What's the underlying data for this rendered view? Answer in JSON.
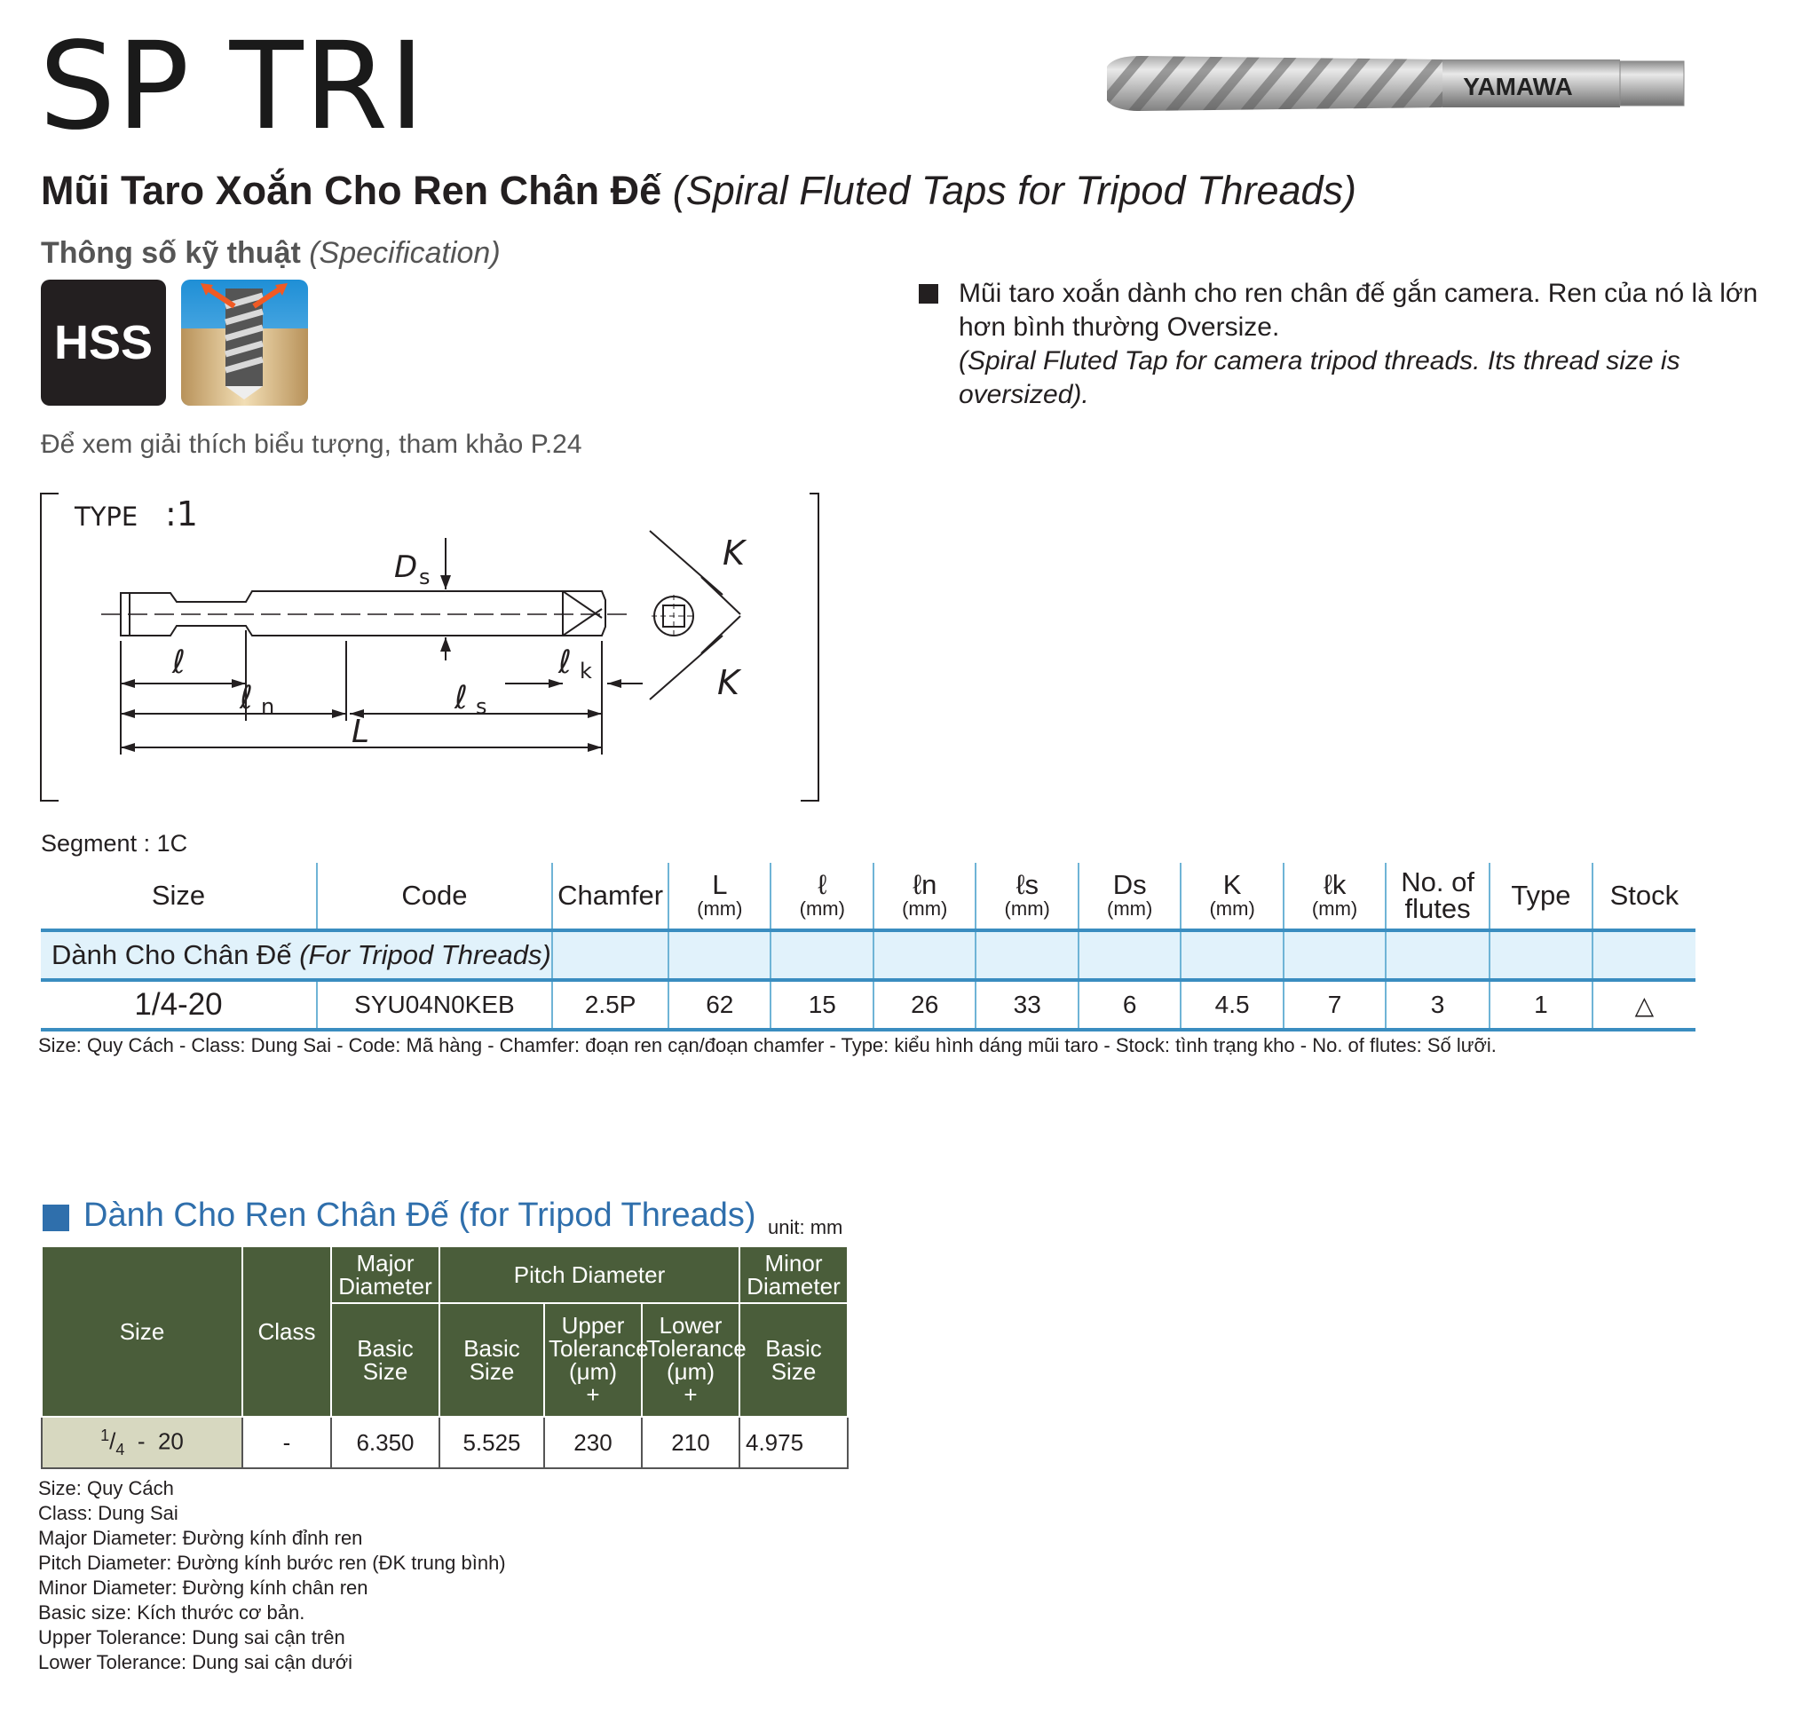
{
  "header": {
    "title": "SP TRI",
    "subtitle_vi": "Mũi Taro Xoắn Cho Ren Chân Đế",
    "subtitle_en": "(Spiral Fluted Taps for Tripod Threads)",
    "spec_vi": "Thông số kỹ thuật",
    "spec_en": "(Specification)",
    "brand": "YAMAWA"
  },
  "icons": {
    "material": "HSS",
    "note": "Để xem giải thích biểu tượng, tham khảo P.24"
  },
  "description": {
    "vi": "Mũi taro xoắn dành cho ren chân đế gắn camera. Ren của nó là lớn hơn bình thường Oversize.",
    "en": "(Spiral Fluted Tap for camera tripod threads. Its thread size is oversized)."
  },
  "diagram": {
    "type_label": "TYPE",
    "type_value": ":1",
    "labels": {
      "Ds": "D",
      "Ds_sub": "s",
      "K": "K",
      "l": "ℓ",
      "ln": "ℓ",
      "ln_sub": "n",
      "ls": "ℓ",
      "ls_sub": "s",
      "lk": "ℓ",
      "lk_sub": "k",
      "L": "L"
    }
  },
  "segment": "Segment : 1C",
  "product_table": {
    "headers": [
      {
        "label": "Size",
        "unit": ""
      },
      {
        "label": "Code",
        "unit": ""
      },
      {
        "label": "Chamfer",
        "unit": ""
      },
      {
        "label": "L",
        "unit": "(mm)"
      },
      {
        "label": "ℓ",
        "unit": "(mm)"
      },
      {
        "label": "ℓn",
        "unit": "(mm)"
      },
      {
        "label": "ℓs",
        "unit": "(mm)"
      },
      {
        "label": "Ds",
        "unit": "(mm)"
      },
      {
        "label": "K",
        "unit": "(mm)"
      },
      {
        "label": "ℓk",
        "unit": "(mm)"
      },
      {
        "label": "No. of",
        "unit": "flutes"
      },
      {
        "label": "Type",
        "unit": ""
      },
      {
        "label": "Stock",
        "unit": ""
      }
    ],
    "category_vi": "Dành Cho Chân Đế",
    "category_en": "(For Tripod Threads)",
    "rows": [
      {
        "size": "1/4-20",
        "code": "SYU04N0KEB",
        "chamfer": "2.5P",
        "L": "62",
        "l": "15",
        "ln": "26",
        "ls": "33",
        "Ds": "6",
        "K": "4.5",
        "lk": "7",
        "flutes": "3",
        "type": "1",
        "stock": "△"
      }
    ],
    "footnote": "Size: Quy Cách - Class: Dung Sai - Code: Mã hàng - Chamfer: đoạn ren cạn/đoạn chamfer - Type: kiểu hình dáng mũi taro - Stock: tình trạng kho - No. of flutes: Số lưỡi."
  },
  "thread_section": {
    "title": "Dành Cho Ren Chân Đế (for Tripod Threads)",
    "unit": "unit: mm",
    "headers": {
      "size": "Size",
      "class": "Class",
      "major": "Major Diameter",
      "pitch": "Pitch Diameter",
      "minor": "Minor Diameter",
      "basic": "Basic Size",
      "upper": "Upper Tolerance (μm)",
      "lower": "Lower Tolerance (μm)",
      "plus": "+"
    },
    "rows": [
      {
        "size_num": "1",
        "size_den": "4",
        "size_rest": "-  20",
        "class": "-",
        "major_basic": "6.350",
        "pitch_basic": "5.525",
        "upper": "230",
        "lower": "210",
        "minor_basic": "4.975"
      }
    ],
    "notes": [
      "Size: Quy Cách",
      "Class: Dung Sai",
      "Major Diameter: Đường kính đỉnh ren",
      "Pitch Diameter: Đường kính bước ren (ĐK trung bình)",
      "Minor Diameter: Đường kính chân ren",
      "Basic size: Kích thước cơ bản.",
      "Upper Tolerance: Dung sai cận trên",
      "Lower Tolerance: Dung sai cận dưới"
    ]
  },
  "colors": {
    "table_rule": "#3a8dc0",
    "category_bg": "#e1f2fb",
    "thread_header_bg": "#4a5d3a",
    "size_cell_bg": "#d7d8c0",
    "section_blue": "#2f6fac"
  }
}
